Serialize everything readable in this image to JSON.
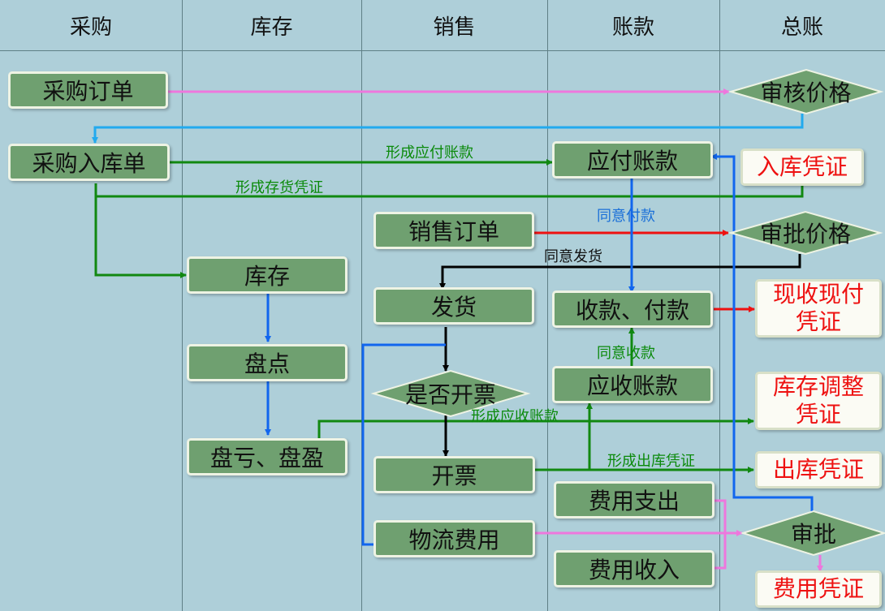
{
  "lanes": [
    "采购",
    "库存",
    "销售",
    "账款",
    "总账"
  ],
  "nodes": {
    "purchase_order": "采购订单",
    "purchase_receipt": "采购入库单",
    "inventory": "库存",
    "stocktake": "盘点",
    "stock_gain_loss": "盘亏、盘盈",
    "sales_order": "销售订单",
    "shipment": "发货",
    "invoice_decision": "是否开票",
    "invoicing": "开票",
    "logistics_cost": "物流费用",
    "accounts_payable": "应付账款",
    "receipt_payment": "收款、付款",
    "accounts_receivable": "应收账款",
    "expense_out": "费用支出",
    "expense_in": "费用收入",
    "review_price": "审核价格",
    "approve_price": "审批价格",
    "approve": "审批",
    "voucher_receipt": "入库凭证",
    "voucher_cash": "现收现付\n凭证",
    "voucher_adjust": "库存调整\n凭证",
    "voucher_outbound": "出库凭证",
    "voucher_expense": "费用凭证"
  },
  "edge_labels": {
    "form_payable": "形成应付账款",
    "form_inventory_voucher": "形成存货凭证",
    "agree_payment": "同意付款",
    "agree_shipment": "同意发货",
    "agree_receipt": "同意收款",
    "form_receivable": "形成应收账款",
    "form_outbound_voucher": "形成出库凭证"
  },
  "colors": {
    "background": "#aecfd9",
    "process_box": "#6fa070",
    "voucher_text": "#ee1111",
    "edge_label_green": "#0a8a0a",
    "edge_label_blue": "#1a6fd8",
    "arrow_pink": "#ee77dd",
    "arrow_cyan": "#22aaee",
    "arrow_green": "#118811",
    "arrow_blue": "#1166ee",
    "arrow_red": "#ee1111",
    "arrow_black": "#000000"
  }
}
